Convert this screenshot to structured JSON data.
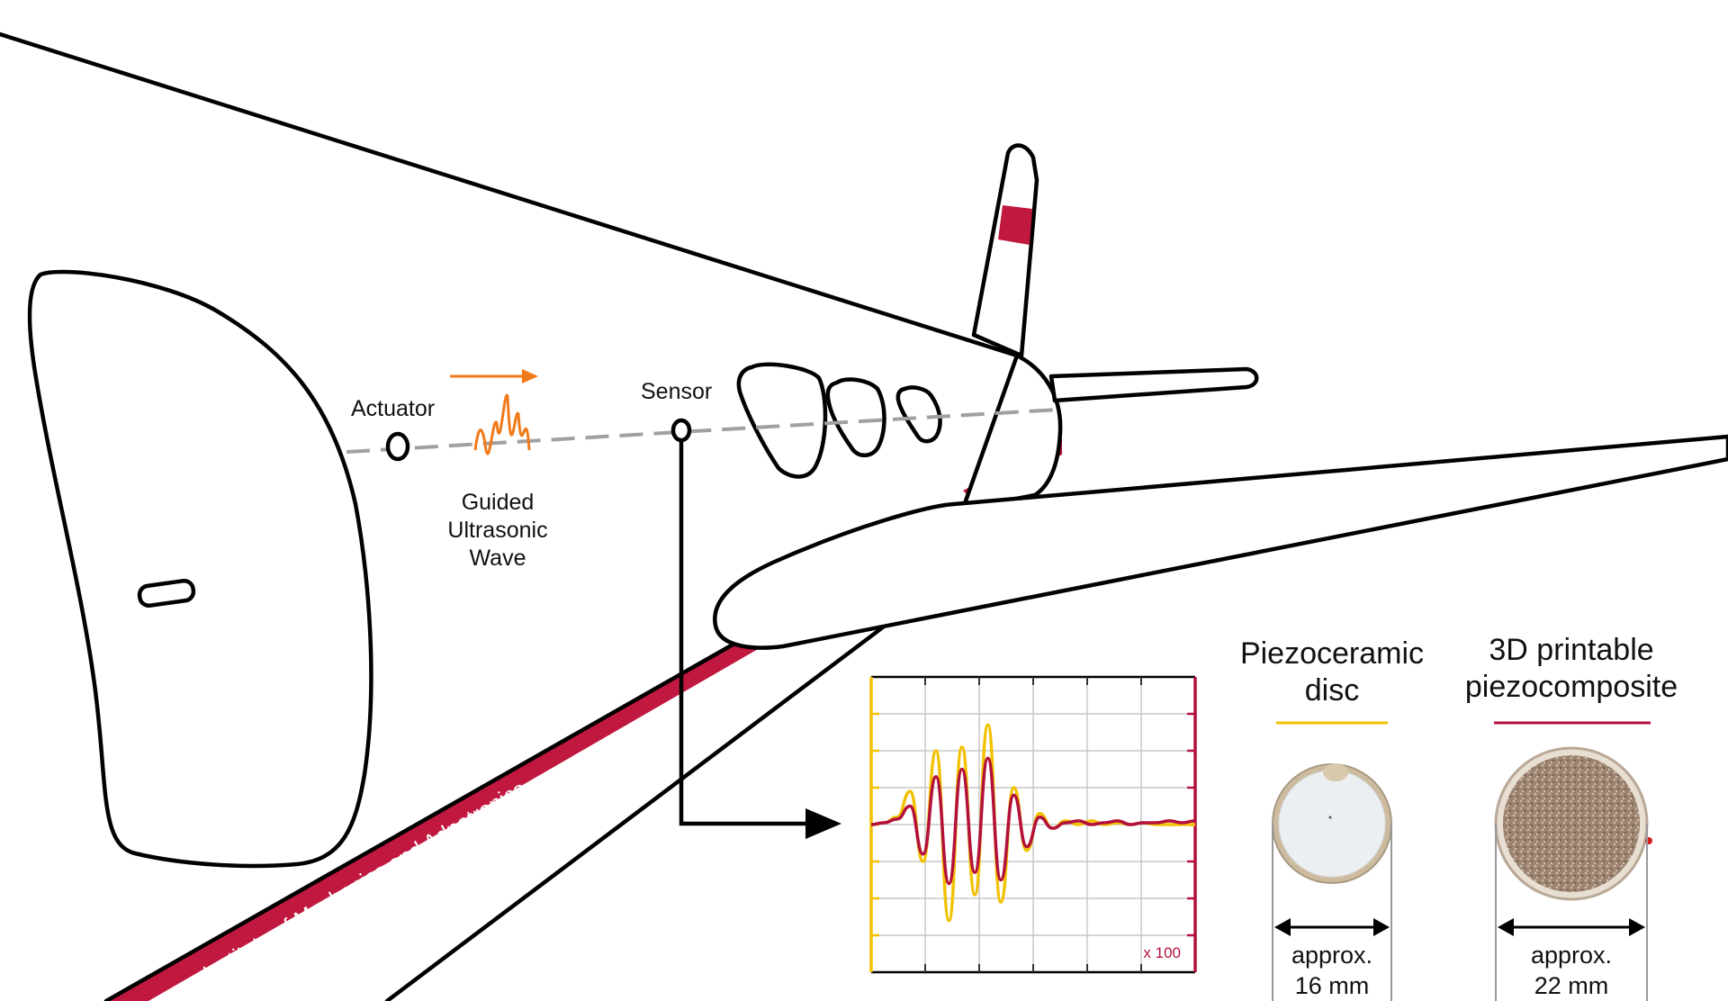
{
  "labels": {
    "actuator": "Actuator",
    "sensor": "Sensor",
    "wave_line1": "Guided",
    "wave_line2": "Ultrasonic",
    "wave_line3": "Wave",
    "stripe_text": "Institute of Mechanics and Adpatronics",
    "chart_scale": "x 100"
  },
  "sensors": {
    "disc": {
      "title_line1": "Piezoceramic",
      "title_line2": "disc",
      "size_line1": "approx.",
      "size_line2": "16 mm",
      "color": "#f2c100"
    },
    "composite": {
      "title_line1": "3D printable",
      "title_line2": "piezocomposite",
      "size_line1": "approx.",
      "size_line2": "22 mm",
      "color": "#b3103b"
    }
  },
  "colors": {
    "stripe": "#c0183e",
    "wave": "#f07a1a",
    "dashed_path": "#a0a0a0",
    "chart_grid": "#c8c8c8"
  },
  "chart_data": {
    "type": "line",
    "title": "",
    "xlabel": "",
    "ylabel": "",
    "x": [
      0,
      0.2,
      0.4,
      0.6,
      0.8,
      1.0,
      1.2,
      1.4,
      1.6,
      1.8,
      2.0,
      2.2,
      2.4,
      2.6,
      2.8,
      3.0,
      3.2,
      3.4,
      3.6,
      3.8,
      4.0,
      4.2,
      4.4,
      4.6,
      4.8,
      5.0
    ],
    "xlim": [
      0,
      5
    ],
    "ylim": [
      -4,
      4
    ],
    "grid": true,
    "series": [
      {
        "values": [
          0,
          0.05,
          0.2,
          0.9,
          -1.0,
          2.0,
          -2.6,
          2.1,
          -1.9,
          2.7,
          -2.1,
          1.0,
          -0.7,
          0.3,
          -0.1,
          0.1,
          0,
          0.1,
          0,
          0.05,
          0,
          0.05,
          0,
          0,
          0,
          0
        ],
        "color": "#f2c100"
      },
      {
        "values": [
          0,
          0.05,
          0.15,
          0.5,
          -0.8,
          1.3,
          -1.6,
          1.5,
          -1.3,
          1.8,
          -1.5,
          0.8,
          -0.6,
          0.2,
          -0.1,
          0.05,
          0.1,
          0,
          0.05,
          0.1,
          0,
          0.05,
          0.05,
          0.1,
          0.05,
          0.1
        ],
        "color": "#b3103b"
      }
    ]
  }
}
